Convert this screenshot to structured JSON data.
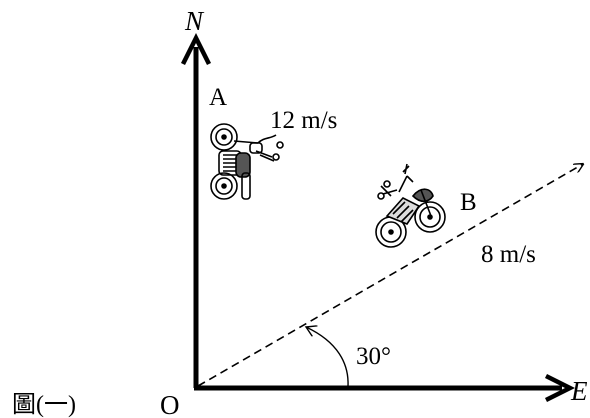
{
  "figure": {
    "caption": "圖(一)",
    "origin_label": "O",
    "north_label": "N",
    "east_label": "E",
    "angle": {
      "value_deg": 30,
      "label": "30°"
    }
  },
  "objects": [
    {
      "id": "A",
      "label": "A",
      "speed_label": "12 m/s",
      "icon": "motorcycle-icon",
      "heading": "north"
    },
    {
      "id": "B",
      "label": "B",
      "speed_label": "8 m/s",
      "icon": "motorcycle-icon",
      "heading": "30° north of east"
    }
  ],
  "colors": {
    "ink": "#000000",
    "background": "#ffffff"
  }
}
